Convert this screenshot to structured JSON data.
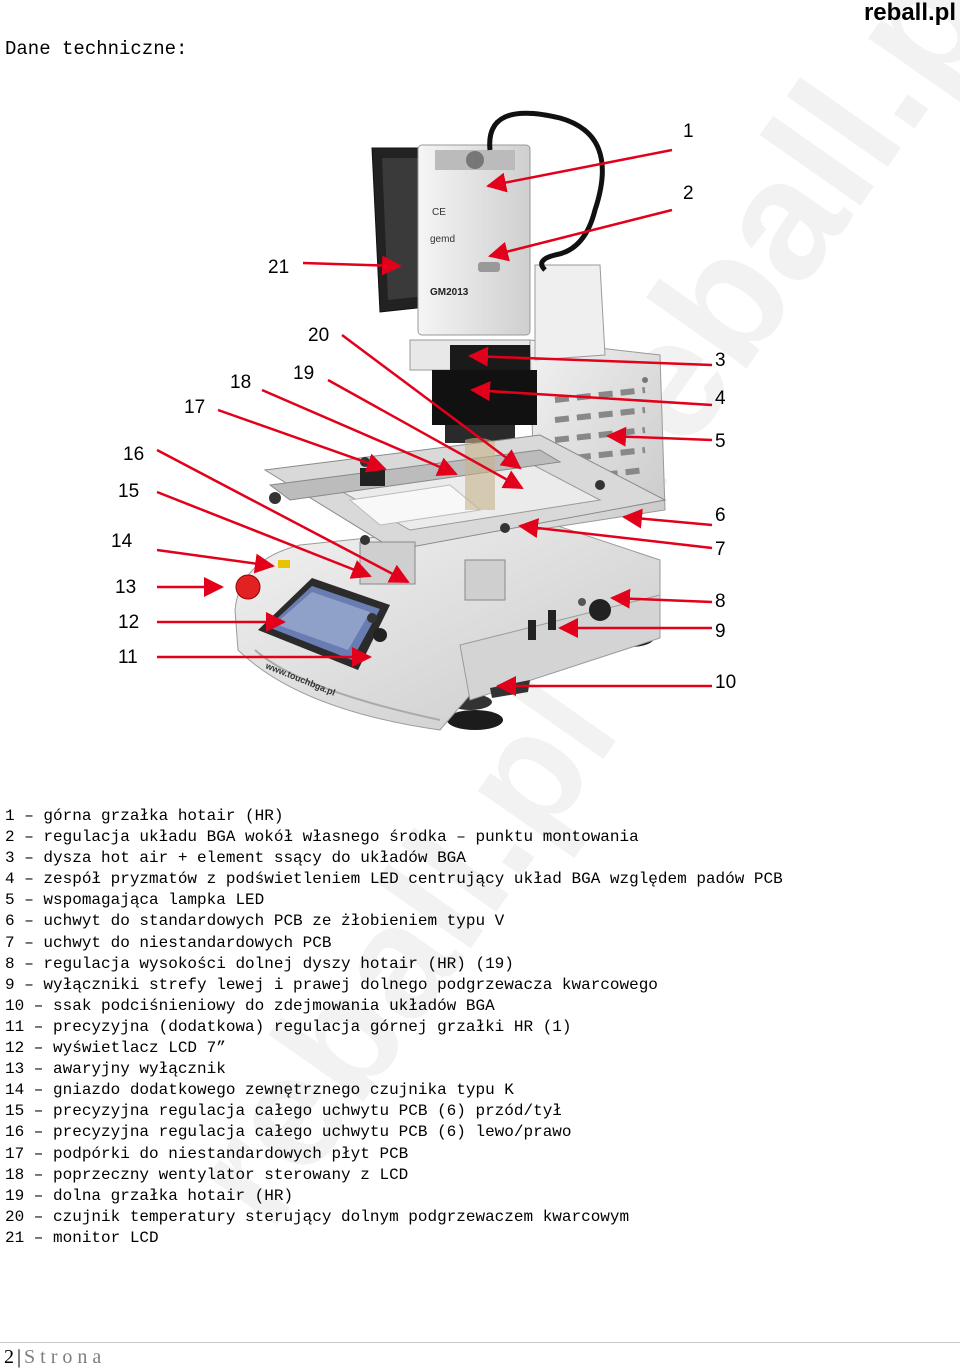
{
  "header": {
    "brand": "reball.pl",
    "title": "Dane techniczne:"
  },
  "watermark": "reball.pl",
  "callouts": [
    "1",
    "2",
    "3",
    "4",
    "5",
    "6",
    "7",
    "8",
    "9",
    "10",
    "11",
    "12",
    "13",
    "14",
    "15",
    "16",
    "17",
    "18",
    "19",
    "20",
    "21"
  ],
  "legend": [
    "1 – górna grzałka hotair (HR)",
    "2 – regulacja układu BGA wokół własnego środka – punktu montowania",
    "3 – dysza hot air + element ssący do układów BGA",
    "4 – zespół pryzmatów z podświetleniem LED centrujący układ BGA względem padów PCB",
    "5 – wspomagająca lampka LED",
    "6 – uchwyt do standardowych PCB ze żłobieniem typu V",
    "7 – uchwyt do niestandardowych PCB",
    "8 – regulacja wysokości dolnej dyszy hotair (HR) (19)",
    "9 – wyłączniki strefy lewej i prawej dolnego podgrzewacza kwarcowego",
    "10 – ssak podciśnieniowy do zdejmowania układów BGA",
    "11 – precyzyjna (dodatkowa) regulacja górnej grzałki HR (1)",
    "12 – wyświetlacz LCD 7”",
    "13 – awaryjny wyłącznik",
    "14 – gniazdo dodatkowego zewnętrznego czujnika typu K",
    "15 – precyzyjna regulacja całego uchwytu PCB (6) przód/tył",
    "16 – precyzyjna regulacja całego uchwytu PCB (6) lewo/prawo",
    "17 – podpórki do niestandardowych płyt PCB",
    "18 – poprzeczny wentylator sterowany z LCD",
    "19 – dolna grzałka hotair (HR)",
    "20 – czujnik temperatury sterujący dolnym podgrzewaczem kwarcowym",
    "21 – monitor LCD"
  ],
  "photo_text": {
    "model": "GM2013",
    "ce": "CE",
    "maker": "gemd",
    "website": "www.touchbga.pl"
  },
  "footer": {
    "page": "2",
    "sep": "|",
    "word": "Strona"
  },
  "colors": {
    "arrow": "#e3001b",
    "machine": "#dcdcdc",
    "shadow": "#9a9a9a",
    "dark": "#1c1c1c"
  }
}
